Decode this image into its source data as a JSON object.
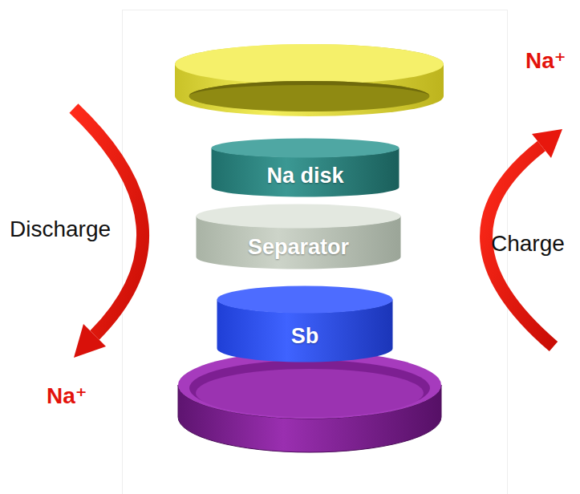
{
  "diagram": {
    "nodes": [
      {
        "text": [
          "Na disk"
        ]
      },
      {
        "text": [
          "Separator"
        ]
      },
      {
        "text": [
          "Sb"
        ]
      }
    ],
    "labels": [
      "Na⁺",
      "Discharge",
      "Charge",
      "Na⁺"
    ]
  }
}
